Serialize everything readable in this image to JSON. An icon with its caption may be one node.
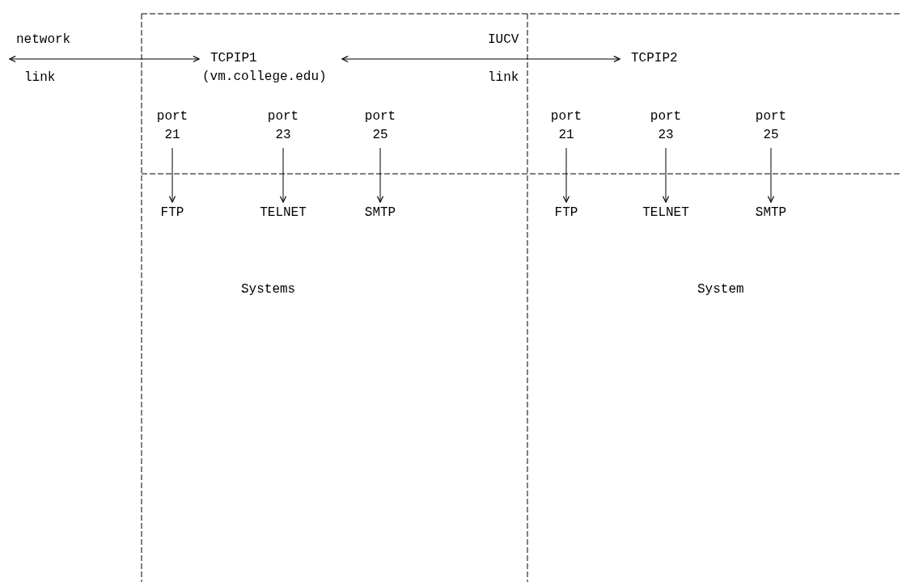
{
  "diagram": {
    "nodes": [
      {
        "text": [
          "TCPIP1",
          "(vm.college.edu)"
        ]
      },
      {
        "text": [
          "TCPIP2"
        ]
      },
      {
        "text": [
          "port 21"
        ]
      },
      {
        "text": [
          "port 23"
        ]
      },
      {
        "text": [
          "port 25"
        ]
      },
      {
        "text": [
          "port 21"
        ]
      },
      {
        "text": [
          "port 23"
        ]
      },
      {
        "text": [
          "port 25"
        ]
      },
      {
        "text": [
          "FTP"
        ]
      },
      {
        "text": [
          "TELNET"
        ]
      },
      {
        "text": [
          "SMTP"
        ]
      },
      {
        "text": [
          "FTP"
        ]
      },
      {
        "text": [
          "TELNET"
        ]
      },
      {
        "text": [
          "SMTP"
        ]
      }
    ],
    "edges": [
      {
        "from": null,
        "to": 0,
        "arrow": "both"
      },
      {
        "from": 0,
        "to": 1,
        "arrow": "both"
      },
      {
        "from": 2,
        "to": 8,
        "arrow": "to"
      },
      {
        "from": 3,
        "to": 9,
        "arrow": "to"
      },
      {
        "from": 4,
        "to": 10,
        "arrow": "to"
      },
      {
        "from": 5,
        "to": 11,
        "arrow": "to"
      },
      {
        "from": 6,
        "to": 12,
        "arrow": "to"
      },
      {
        "from": 7,
        "to": 13,
        "arrow": "to"
      }
    ],
    "labels": [
      "network",
      "IUCV",
      "link",
      "link",
      "Systems",
      "System"
    ]
  }
}
